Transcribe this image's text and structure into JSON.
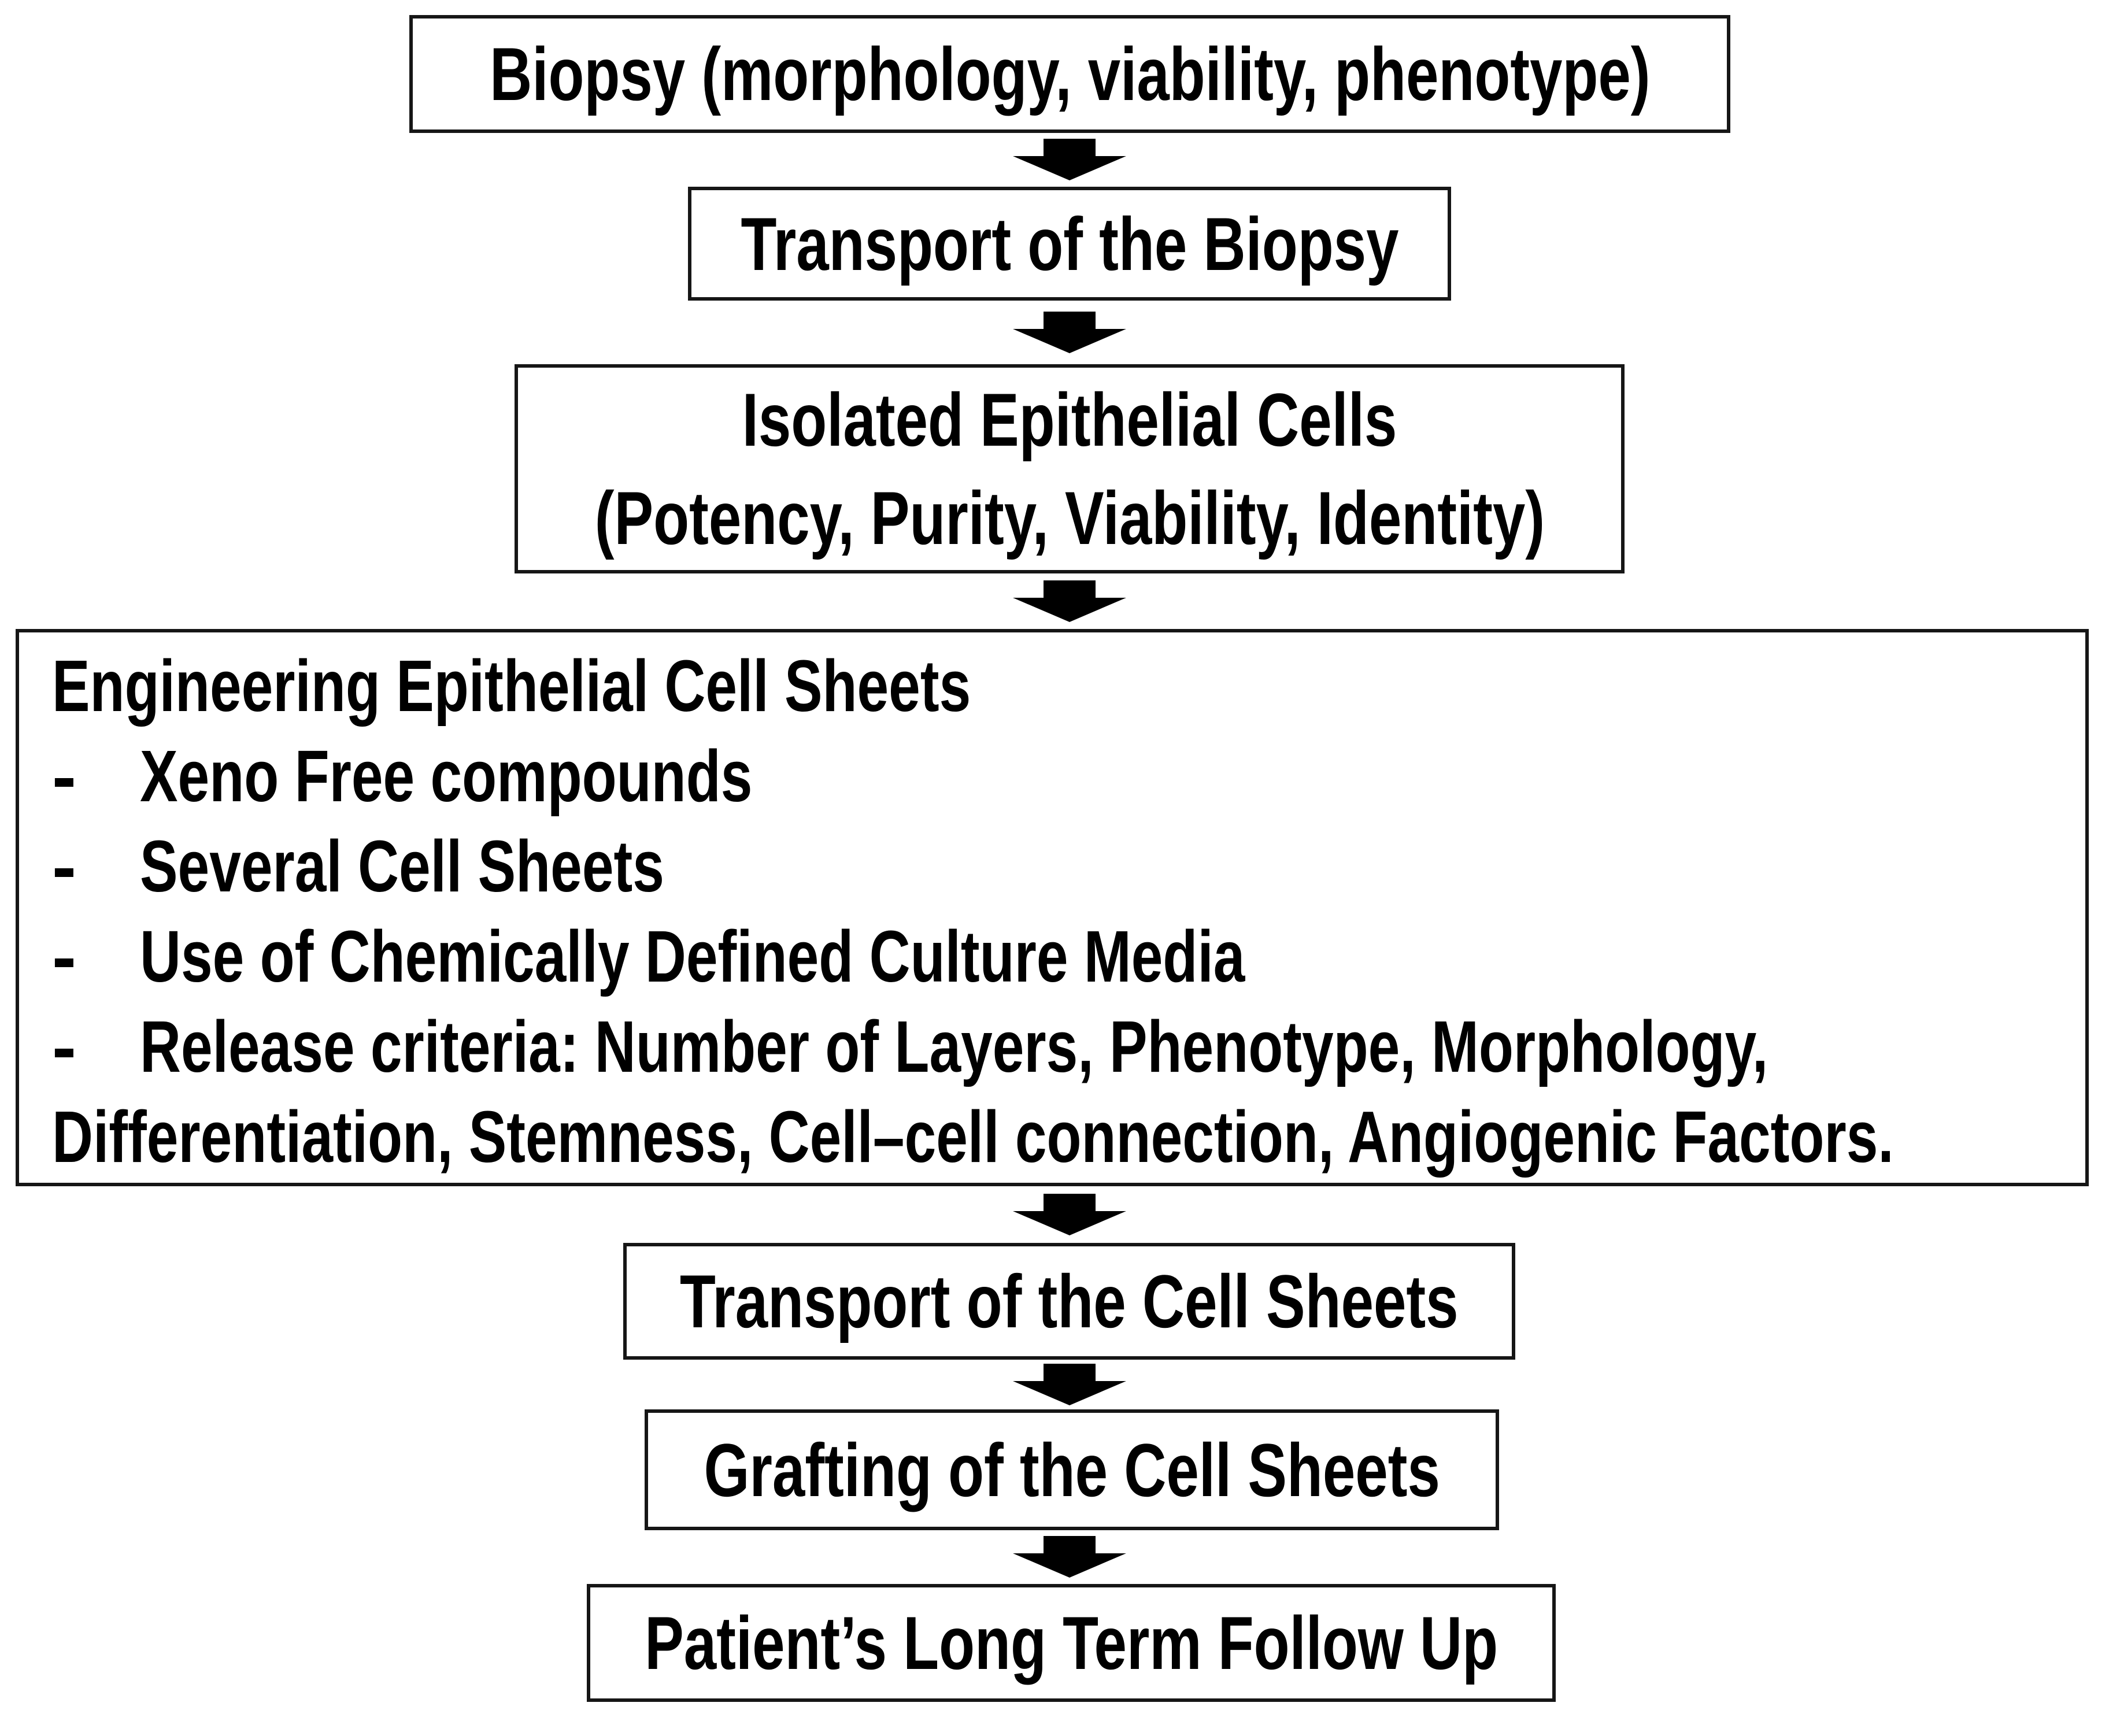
{
  "page": {
    "background": "#ffffff",
    "text_color": "#000000",
    "border_color": "#161616",
    "arrow_color": "#000000"
  },
  "flow": {
    "boxes": {
      "biopsy": {
        "label": "Biopsy (morphology, viability, phenotype)"
      },
      "transport_biopsy": {
        "label": "Transport of the Biopsy"
      },
      "isolated": {
        "line1": "Isolated Epithelial Cells",
        "line2": "(Potency, Purity, Viability, Identity)"
      },
      "engineering": {
        "title": "Engineering Epithelial Cell Sheets",
        "bullet_marker": "-",
        "bullets": [
          "Xeno Free compounds",
          "Several Cell Sheets",
          "Use of Chemically Defined Culture Media",
          "Release criteria: Number of Layers, Phenotype, Morphology,"
        ],
        "continuation": "Differentiation, Stemness, Cell–cell connection, Angiogenic Factors."
      },
      "transport_sheets": {
        "label": "Transport of the Cell Sheets"
      },
      "grafting": {
        "label": "Grafting of the Cell Sheets"
      },
      "followup": {
        "label": "Patient’s Long Term Follow Up"
      }
    }
  }
}
